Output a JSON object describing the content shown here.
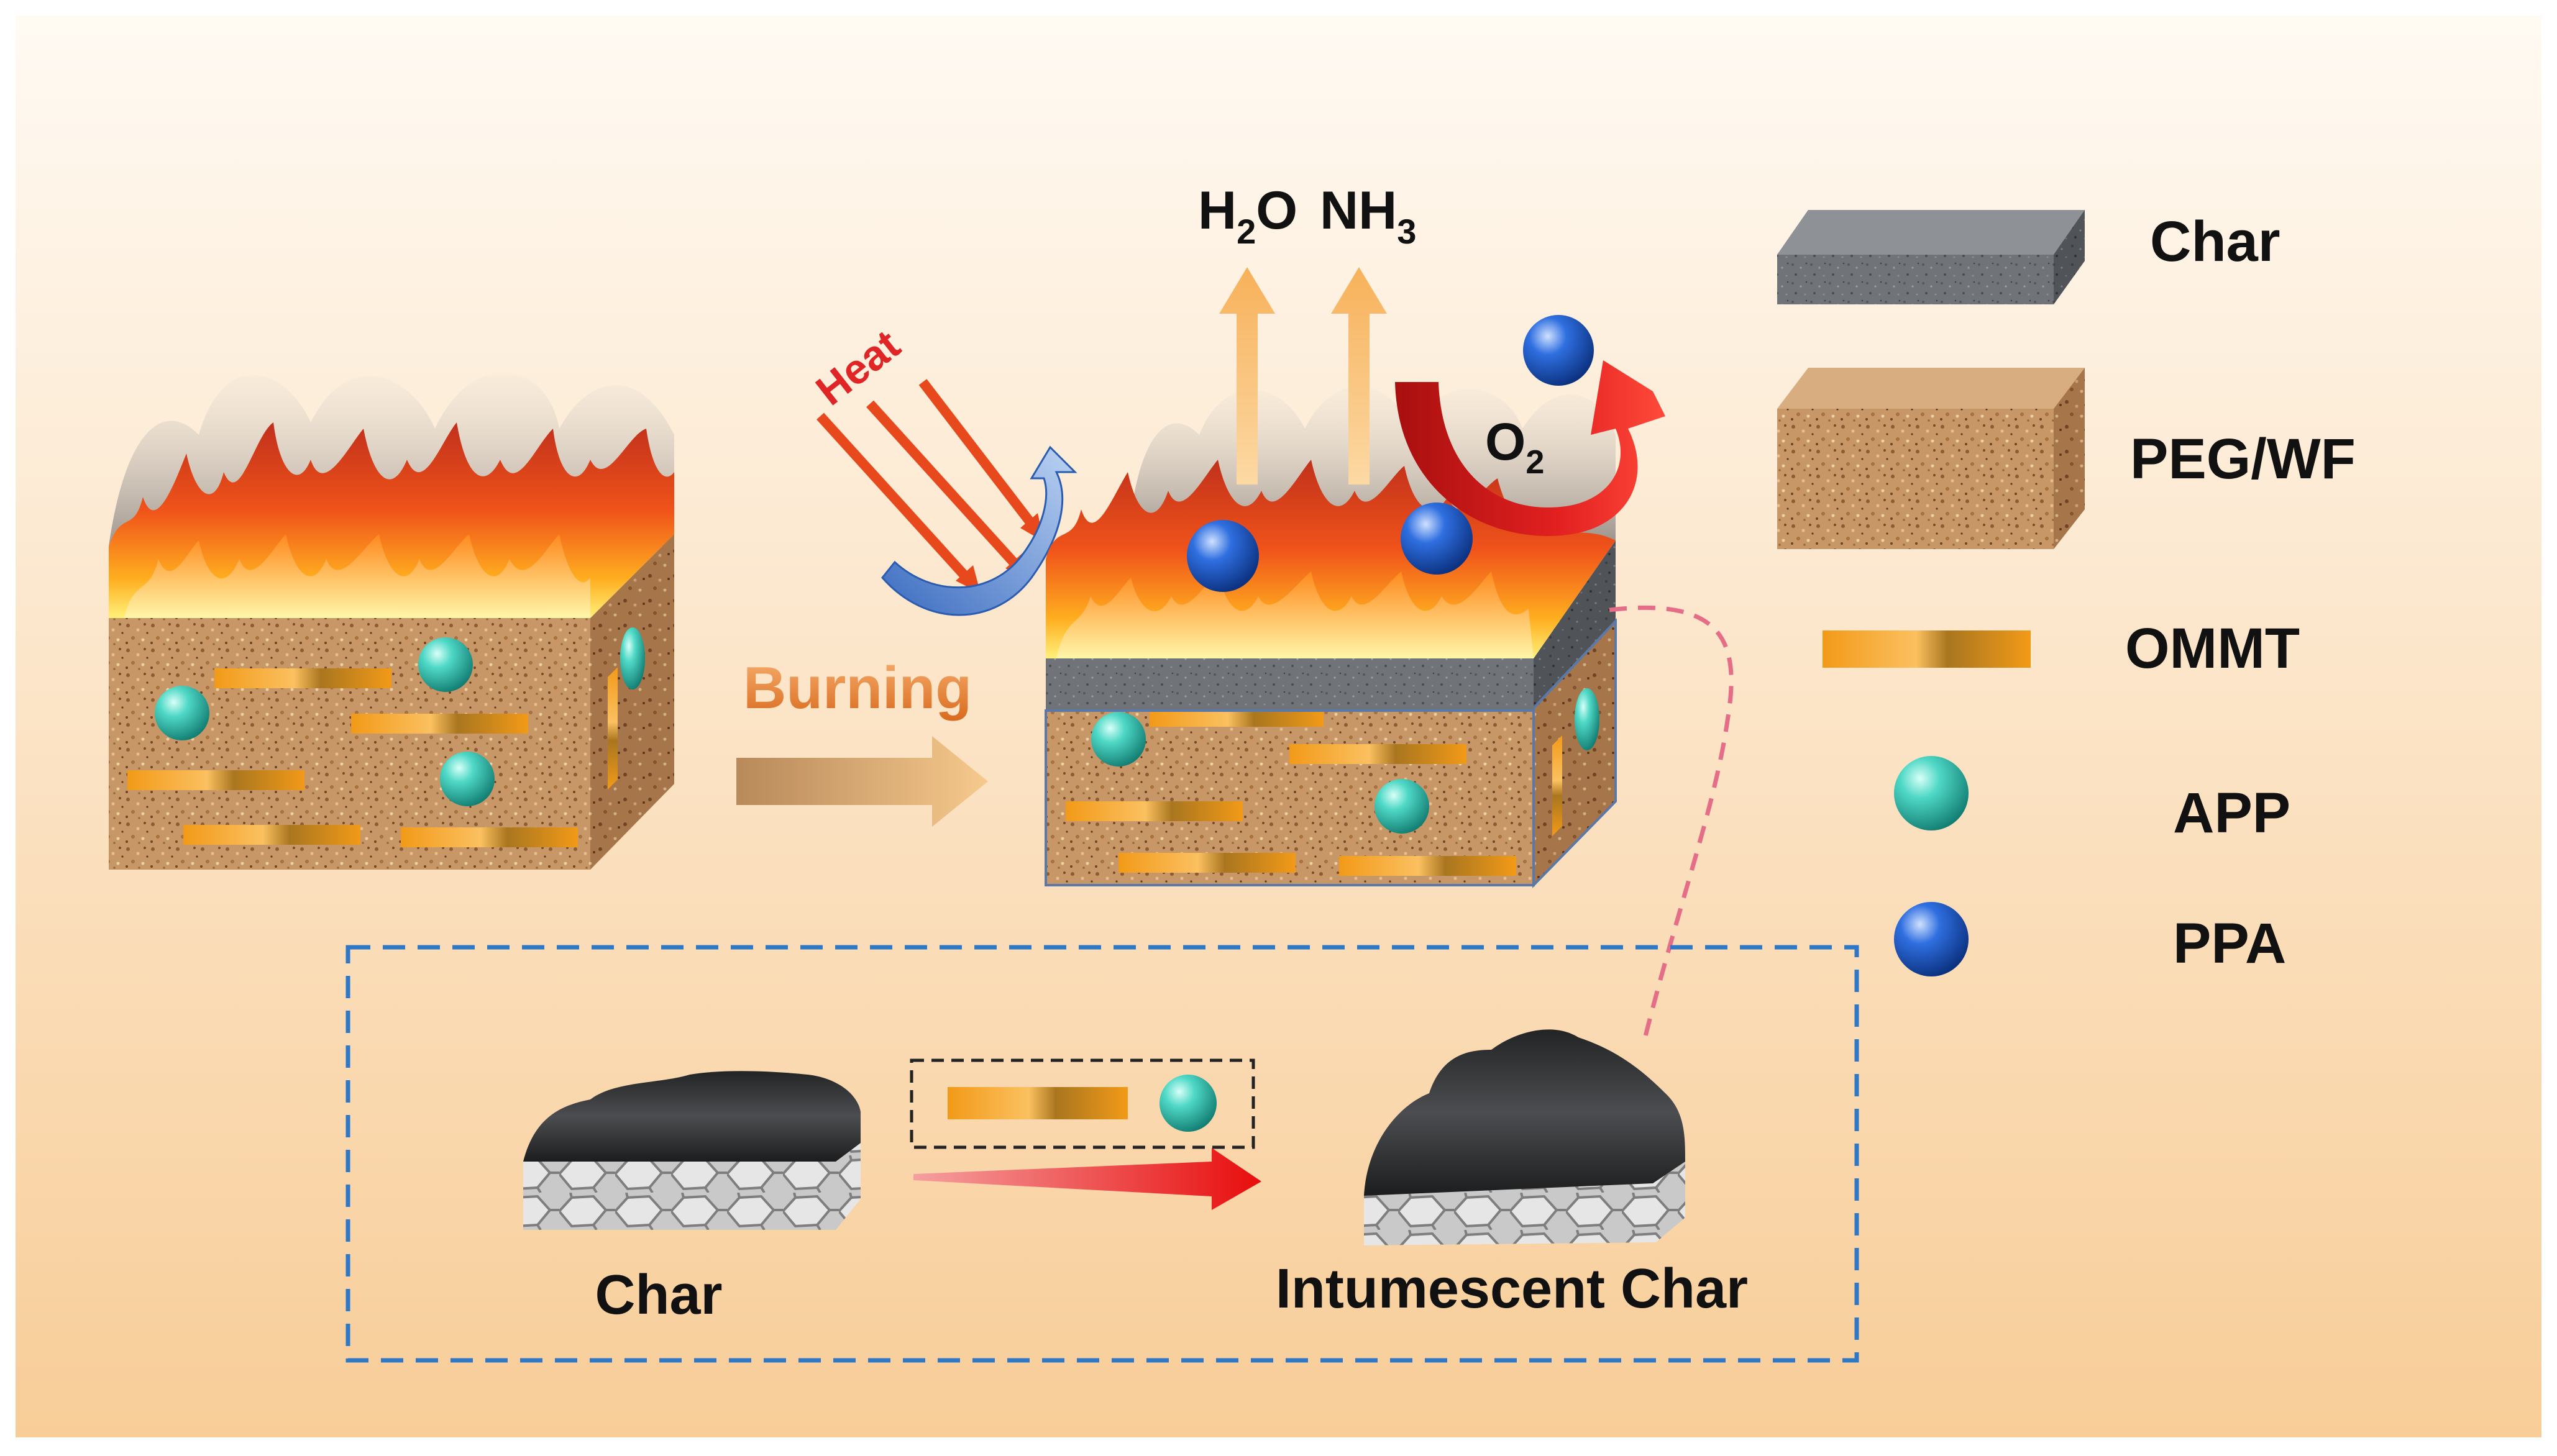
{
  "colors": {
    "bg_top": "#fffaf3",
    "bg_bottom": "#f8cd98",
    "wood": "#c69565",
    "wood_dark": "#8e5c33",
    "char_gray": "#6f7276",
    "char_dark": "#3f4145",
    "app_teal": "#2ec4b4",
    "ppa_blue": "#1f5fd0",
    "ommt_orange": "#f09a1a",
    "heat_red": "#e8491c",
    "dash_blue": "#2f78c8",
    "dash_pink": "#e56d88"
  },
  "labels": {
    "heat": "Heat",
    "burning": "Burning",
    "h2o_base": "H",
    "h2o_sub": "2",
    "h2o_tail": "O",
    "nh3_base": "NH",
    "nh3_sub": "3",
    "o2_base": "O",
    "o2_sub": "2",
    "char_bottom": "Char",
    "intumescent_char": "Intumescent Char"
  },
  "legend": [
    {
      "label": "Char",
      "icon": "char-block"
    },
    {
      "label": "PEG/WF",
      "icon": "wood-block"
    },
    {
      "label": "OMMT",
      "icon": "ommt-bar"
    },
    {
      "label": "APP",
      "icon": "teal-sphere"
    },
    {
      "label": "PPA",
      "icon": "blue-sphere"
    }
  ]
}
